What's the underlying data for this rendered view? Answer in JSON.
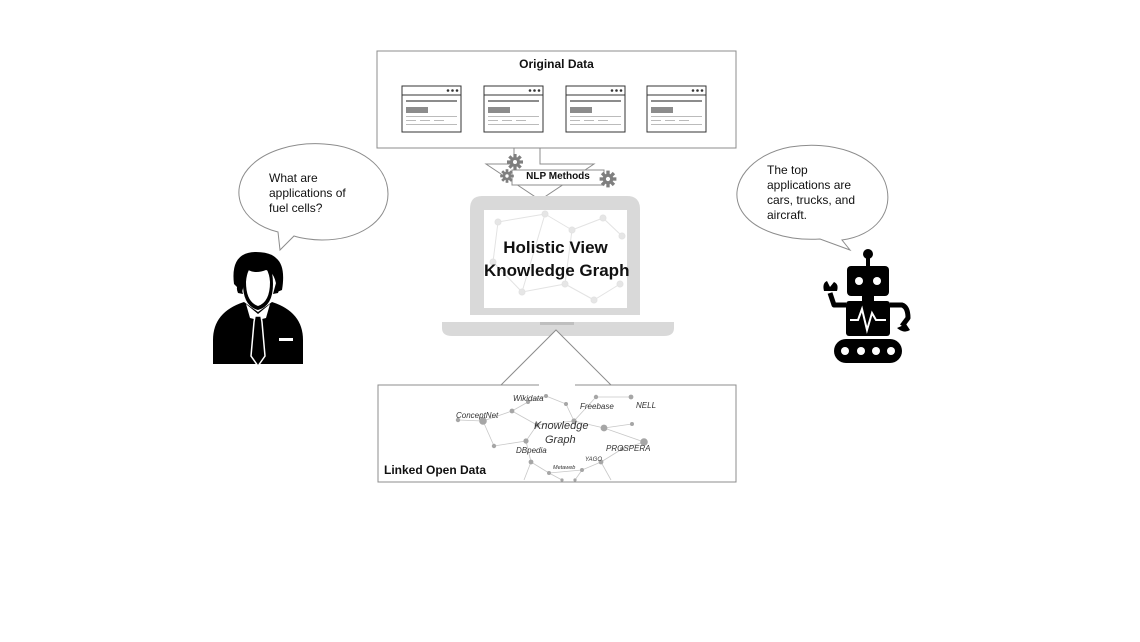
{
  "original_data": {
    "title": "Original Data",
    "window_count": 4
  },
  "nlp": {
    "label": "NLP Methods"
  },
  "laptop": {
    "title_line1": "Holistic View",
    "title_line2": "Knowledge Graph"
  },
  "linked_open_data": {
    "title": "Linked Open Data",
    "center_line1": "Knowledge",
    "center_line2": "Graph",
    "sources": [
      "Wikidata",
      "ConceptNet",
      "Freebase",
      "NELL",
      "DBpedia",
      "PROSPERA",
      "YAGO",
      "Metaweb"
    ]
  },
  "user_bubble": {
    "text": "What are\napplications of\nfuel cells?"
  },
  "robot_bubble": {
    "text": "The top\napplications are\ncars, trucks, and\naircraft."
  },
  "colors": {
    "frame": "#8c8c8c",
    "laptop": "#d9d9d9",
    "arrow_stroke": "#8c8c8c",
    "figure": "#000000",
    "graph_node": "#a6a6a6"
  },
  "icons": {
    "user": "businessman-icon",
    "robot": "robot-icon",
    "gear": "gear-icon",
    "window": "browser-window-icon"
  }
}
